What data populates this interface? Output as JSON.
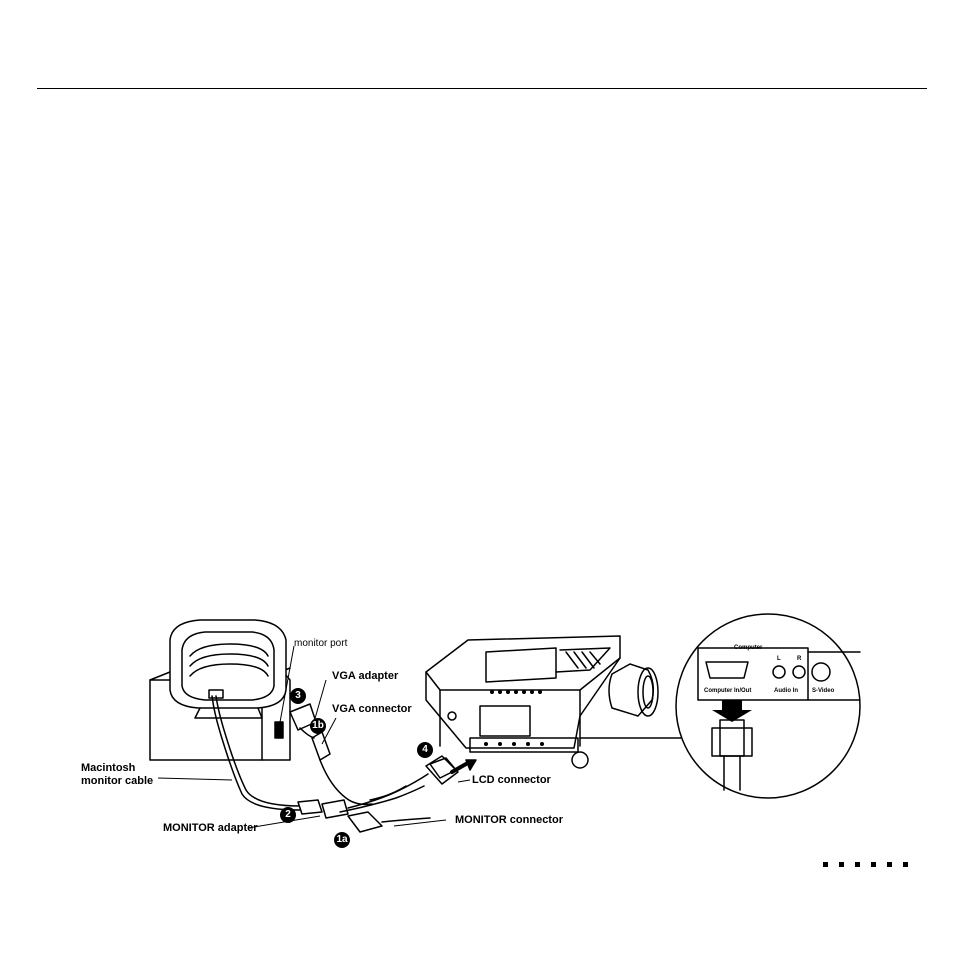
{
  "labels": {
    "monitor_port": "monitor port",
    "vga_adapter": "VGA adapter",
    "vga_connector": "VGA connector",
    "macintosh_cable_line1": "Macintosh",
    "macintosh_cable_line2": "monitor cable",
    "monitor_adapter": "MONITOR adapter",
    "lcd_connector": "LCD connector",
    "monitor_connector": "MONITOR connector"
  },
  "steps": {
    "s1a": "1a",
    "s1b": "1b",
    "s2": "2",
    "s3": "3",
    "s4": "4"
  },
  "panel": {
    "group_title": "Computer",
    "computer_in_out": "Computer In/Out",
    "audio_in": "Audio In",
    "audio_l": "L",
    "audio_r": "R",
    "s_video": "S-Video"
  }
}
